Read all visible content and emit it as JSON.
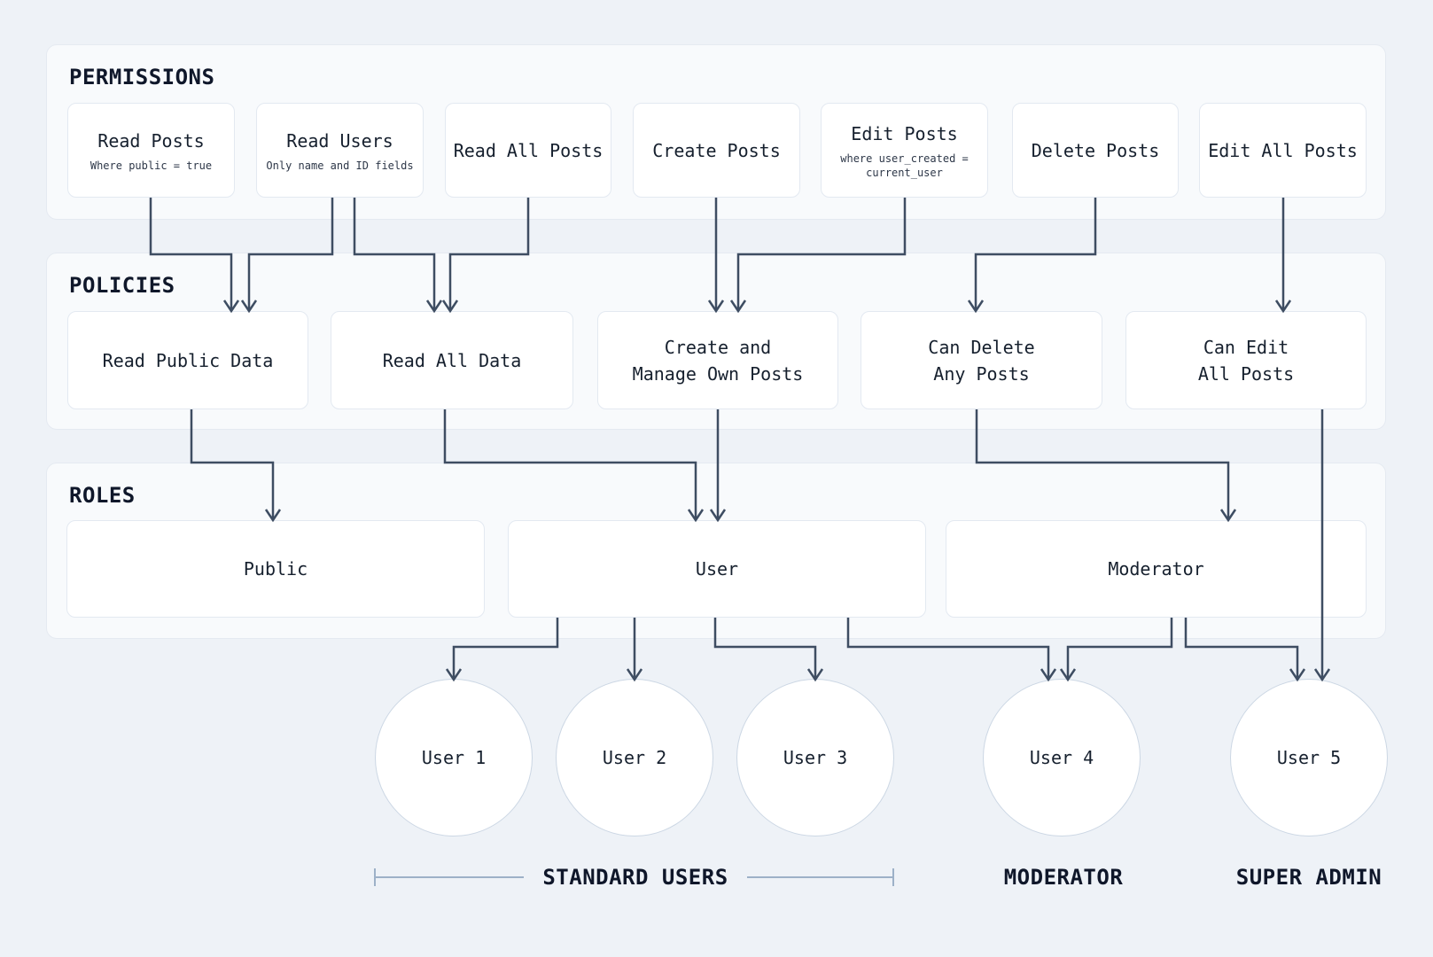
{
  "colors": {
    "background": "#eef2f7",
    "panel_background": "#f8fafc",
    "panel_border": "#e5eaf1",
    "node_background": "#ffffff",
    "node_border": "#e3e9f1",
    "connector": "#3e4d62",
    "circle_border": "#ccd7e4",
    "bracket": "#9db1c8",
    "text": "#121a26"
  },
  "sections": {
    "permissions": {
      "title": "PERMISSIONS",
      "boxes": [
        {
          "id": "read-posts",
          "label": "Read Posts",
          "sublabel": "Where public = true"
        },
        {
          "id": "read-users",
          "label": "Read Users",
          "sublabel": "Only name and ID fields"
        },
        {
          "id": "read-all-posts",
          "label": "Read All Posts"
        },
        {
          "id": "create-posts",
          "label": "Create Posts"
        },
        {
          "id": "edit-posts",
          "label": "Edit Posts",
          "sublabel": "where user_created =\ncurrent_user"
        },
        {
          "id": "delete-posts",
          "label": "Delete Posts"
        },
        {
          "id": "edit-all-posts",
          "label": "Edit All Posts"
        }
      ]
    },
    "policies": {
      "title": "POLICIES",
      "boxes": [
        {
          "id": "read-public-data",
          "label": "Read Public Data"
        },
        {
          "id": "read-all-data",
          "label": "Read All Data"
        },
        {
          "id": "create-and-manage-own-posts",
          "label": "Create and\nManage Own Posts"
        },
        {
          "id": "can-delete-any-posts",
          "label": "Can Delete\nAny Posts"
        },
        {
          "id": "can-edit-all-posts",
          "label": "Can Edit\nAll Posts"
        }
      ]
    },
    "roles": {
      "title": "ROLES",
      "boxes": [
        {
          "id": "public",
          "label": "Public"
        },
        {
          "id": "user",
          "label": "User"
        },
        {
          "id": "moderator",
          "label": "Moderator"
        }
      ]
    }
  },
  "users": [
    {
      "id": "user-1",
      "label": "User 1"
    },
    {
      "id": "user-2",
      "label": "User 2"
    },
    {
      "id": "user-3",
      "label": "User 3"
    },
    {
      "id": "user-4",
      "label": "User 4"
    },
    {
      "id": "user-5",
      "label": "User 5"
    }
  ],
  "group_labels": [
    {
      "id": "standard-users",
      "label": "STANDARD USERS"
    },
    {
      "id": "moderator-group",
      "label": "MODERATOR"
    },
    {
      "id": "super-admin",
      "label": "SUPER ADMIN"
    }
  ],
  "connections": [
    {
      "from": "read-posts",
      "to": "read-public-data"
    },
    {
      "from": "read-users",
      "to": "read-public-data"
    },
    {
      "from": "read-users",
      "to": "read-all-data"
    },
    {
      "from": "read-all-posts",
      "to": "read-all-data"
    },
    {
      "from": "create-posts",
      "to": "create-and-manage-own-posts"
    },
    {
      "from": "edit-posts",
      "to": "create-and-manage-own-posts"
    },
    {
      "from": "delete-posts",
      "to": "can-delete-any-posts"
    },
    {
      "from": "edit-all-posts",
      "to": "can-edit-all-posts"
    },
    {
      "from": "read-public-data",
      "to": "public"
    },
    {
      "from": "read-all-data",
      "to": "user"
    },
    {
      "from": "create-and-manage-own-posts",
      "to": "user"
    },
    {
      "from": "can-delete-any-posts",
      "to": "moderator"
    },
    {
      "from": "can-edit-all-posts",
      "to": "user-5"
    },
    {
      "from": "user",
      "to": "user-1"
    },
    {
      "from": "user",
      "to": "user-2"
    },
    {
      "from": "user",
      "to": "user-3"
    },
    {
      "from": "user",
      "to": "user-4"
    },
    {
      "from": "moderator",
      "to": "user-4"
    },
    {
      "from": "moderator",
      "to": "user-5"
    }
  ]
}
